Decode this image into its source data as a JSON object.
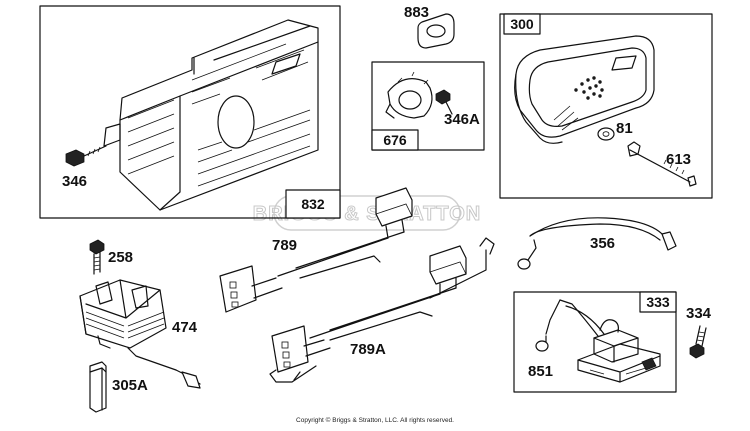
{
  "watermark": "BRIGGS & STRATTON",
  "copyright": "Copyright © Briggs & Stratton, LLC. All rights reserved.",
  "boxes": {
    "shroud": "832",
    "bracket": "676",
    "muffler": "300",
    "coil": "333"
  },
  "labels": {
    "screw_346": "346",
    "gasket_883": "883",
    "screw_346a": "346A",
    "washer_81": "81",
    "bolt_613": "613",
    "harness_789": "789",
    "harness_789a": "789A",
    "ground_356": "356",
    "screw_258": "258",
    "armature_474": "474",
    "spacer_305a": "305A",
    "screw_334": "334",
    "wire_851": "851"
  }
}
